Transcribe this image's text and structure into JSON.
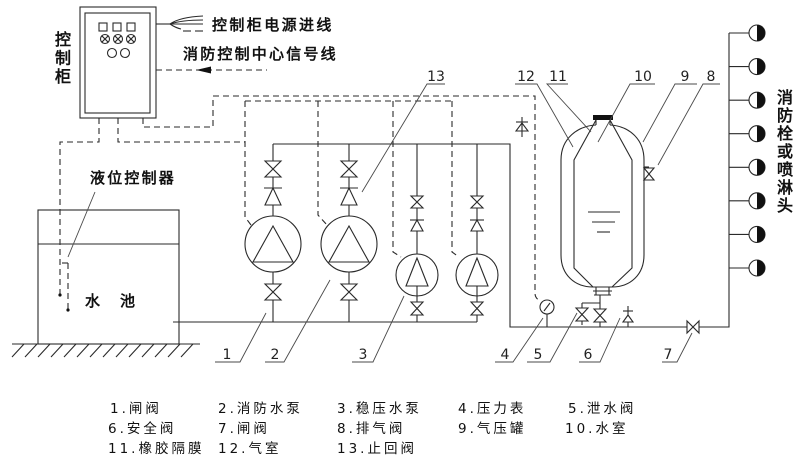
{
  "control_cabinet": {
    "label": "控制柜",
    "power_line_label": "控制柜电源进线",
    "signal_line_label": "消防控制中心信号线"
  },
  "water_tank": {
    "label": "水池",
    "level_controller_label": "液位控制器"
  },
  "hydrants": {
    "label": "消防栓或喷淋头",
    "count": 8
  },
  "callouts": [
    "1",
    "2",
    "3",
    "4",
    "5",
    "6",
    "7",
    "8",
    "9",
    "10",
    "11",
    "12",
    "13"
  ],
  "legend": [
    [
      "1.闸阀",
      "2.消防水泵",
      "3.稳压水泵",
      "4.压力表",
      "5.泄水阀"
    ],
    [
      "6.安全阀",
      "7.闸阀",
      "8.排气阀",
      "9.气压罐",
      "10.水室"
    ],
    [
      "11.橡胶隔膜",
      "12.气室",
      "13.止回阀"
    ]
  ],
  "colors": {
    "line": "#2a2a2a",
    "text": "#111111",
    "background": "#ffffff"
  }
}
